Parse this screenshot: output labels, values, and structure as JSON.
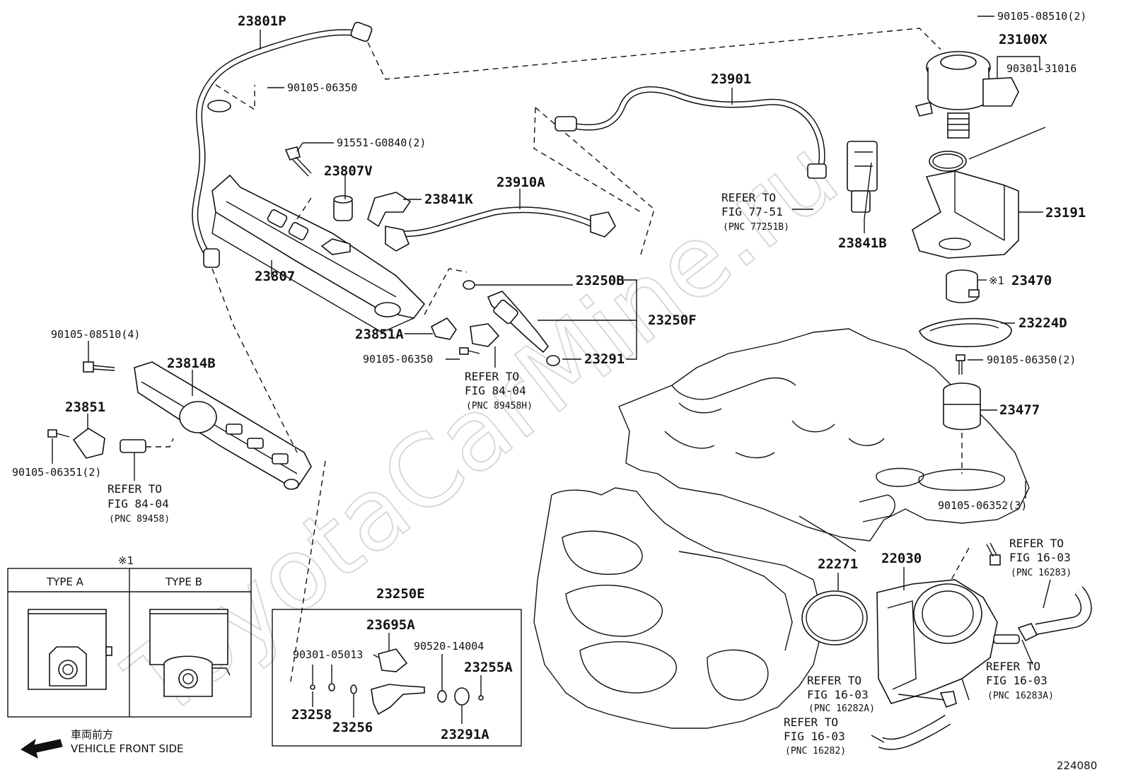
{
  "watermark": "ToyotaCarMine.ru",
  "figure_number": "224080",
  "part_labels": {
    "p23801P": "23801P",
    "p90105_06350_top": "90105-06350",
    "p91551": "91551-G0840(2)",
    "p23807V": "23807V",
    "p23841K": "23841K",
    "p23910A": "23910A",
    "p23807": "23807",
    "p23901": "23901",
    "p90105_08510_2": "90105-08510(2)",
    "p23100X": "23100X",
    "p90301_31016": "90301-31016",
    "p23841B": "23841B",
    "p23191": "23191",
    "p23250B": "23250B",
    "p23250F": "23250F",
    "p23291": "23291",
    "p23851A": "23851A",
    "p90105_06350_mid": "90105-06350",
    "p23470": "23470",
    "p23470_mark": "※1",
    "p23224D": "23224D",
    "p90105_06350_2": "90105-06350(2)",
    "p23477": "23477",
    "p90105_08510_4": "90105-08510(4)",
    "p23814B": "23814B",
    "p23851": "23851",
    "p90105_06351": "90105-06351(2)",
    "p90105_06352": "90105-06352(3)",
    "p22271": "22271",
    "p22030": "22030",
    "p23250E": "23250E",
    "p23695A": "23695A",
    "p90301_05013": "90301-05013",
    "p90520_14004": "90520-14004",
    "p23255A": "23255A",
    "p23258": "23258",
    "p23256": "23256",
    "p23291A": "23291A"
  },
  "refer_notes": {
    "r77_51": {
      "l1": "REFER TO",
      "l2": "FIG 77-51",
      "pnc": "(PNC 77251B)"
    },
    "r84_04_a": {
      "l1": "REFER TO",
      "l2": "FIG 84-04",
      "pnc": "(PNC 89458H)"
    },
    "r84_04_b": {
      "l1": "REFER TO",
      "l2": "FIG 84-04",
      "pnc": "(PNC 89458)"
    },
    "r16_03_16283": {
      "l1": "REFER TO",
      "l2": "FIG 16-03",
      "pnc": "(PNC 16283)"
    },
    "r16_03_16283A": {
      "l1": "REFER TO",
      "l2": "FIG 16-03",
      "pnc": "(PNC 16283A)"
    },
    "r16_03_16282A": {
      "l1": "REFER TO",
      "l2": "FIG 16-03",
      "pnc": "(PNC 16282A)"
    },
    "r16_03_16282": {
      "l1": "REFER TO",
      "l2": "FIG 16-03",
      "pnc": "(PNC 16282)"
    }
  },
  "type_box": {
    "mark": "※1",
    "type_a": "TYPE A",
    "type_b": "TYPE B"
  },
  "vehicle_front": {
    "jp": "車両前方",
    "en": "VEHICLE FRONT SIDE"
  }
}
